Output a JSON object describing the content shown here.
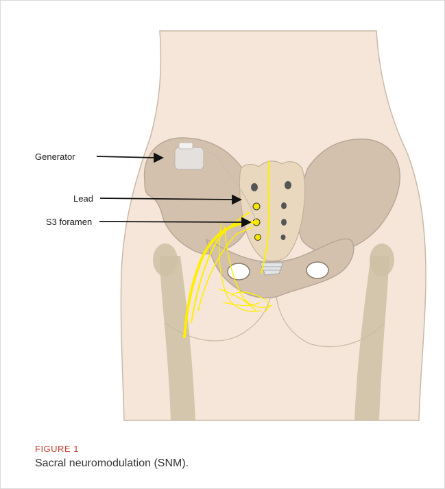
{
  "figure": {
    "labels": {
      "generator": "Generator",
      "lead": "Lead",
      "s3_foramen": "S3 foramen"
    },
    "figure_label": "FIGURE 1",
    "caption": "Sacral neuromodulation (SNM)."
  },
  "colors": {
    "skin": "#f5e6d9",
    "bone": "#d3c1ad",
    "sacrum": "#ead8be",
    "nerve": "#ffee00",
    "outline": "#b7a797",
    "figure_label": "#c0392b"
  }
}
